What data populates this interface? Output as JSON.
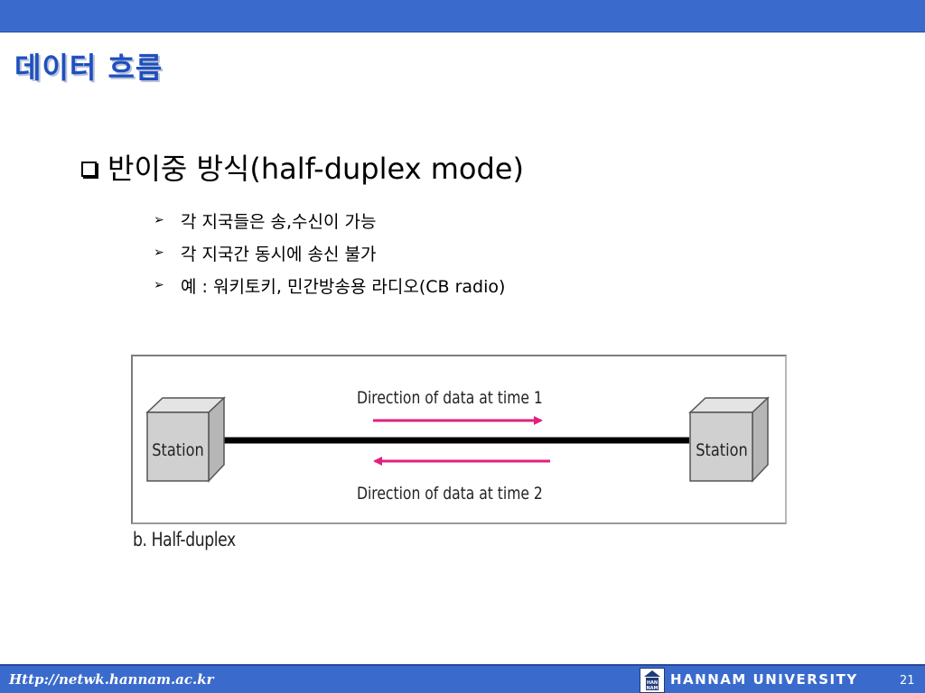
{
  "slide": {
    "title": "데이터 흐름",
    "main_bullet": "반이중 방식(half-duplex mode)",
    "sub_bullets": [
      "각 지국들은 송,수신이 가능",
      "각 지국간 동시에 송신 불가",
      "예 : 워키토키, 민간방송용 라디오(CB radio)"
    ]
  },
  "diagram": {
    "station_left": "Station",
    "station_right": "Station",
    "arrow_top_label": "Direction of data at time 1",
    "arrow_bottom_label": "Direction of data at time 2",
    "caption": "b. Half-duplex",
    "arrow_color": "#e0207e",
    "link_color": "#000000"
  },
  "footer": {
    "url": "Http://netwk.hannam.ac.kr",
    "university": "HANNAM  UNIVERSITY",
    "logo_text": "HAN NAM",
    "page_number": "21"
  },
  "icons": {
    "main_bullet_icon": "square-box-icon",
    "sub_bullet_icon": "arrowhead-icon",
    "footer_logo_icon": "university-logo-icon"
  },
  "colors": {
    "bar": "#3a6bcc",
    "title": "#1f4fbf"
  }
}
